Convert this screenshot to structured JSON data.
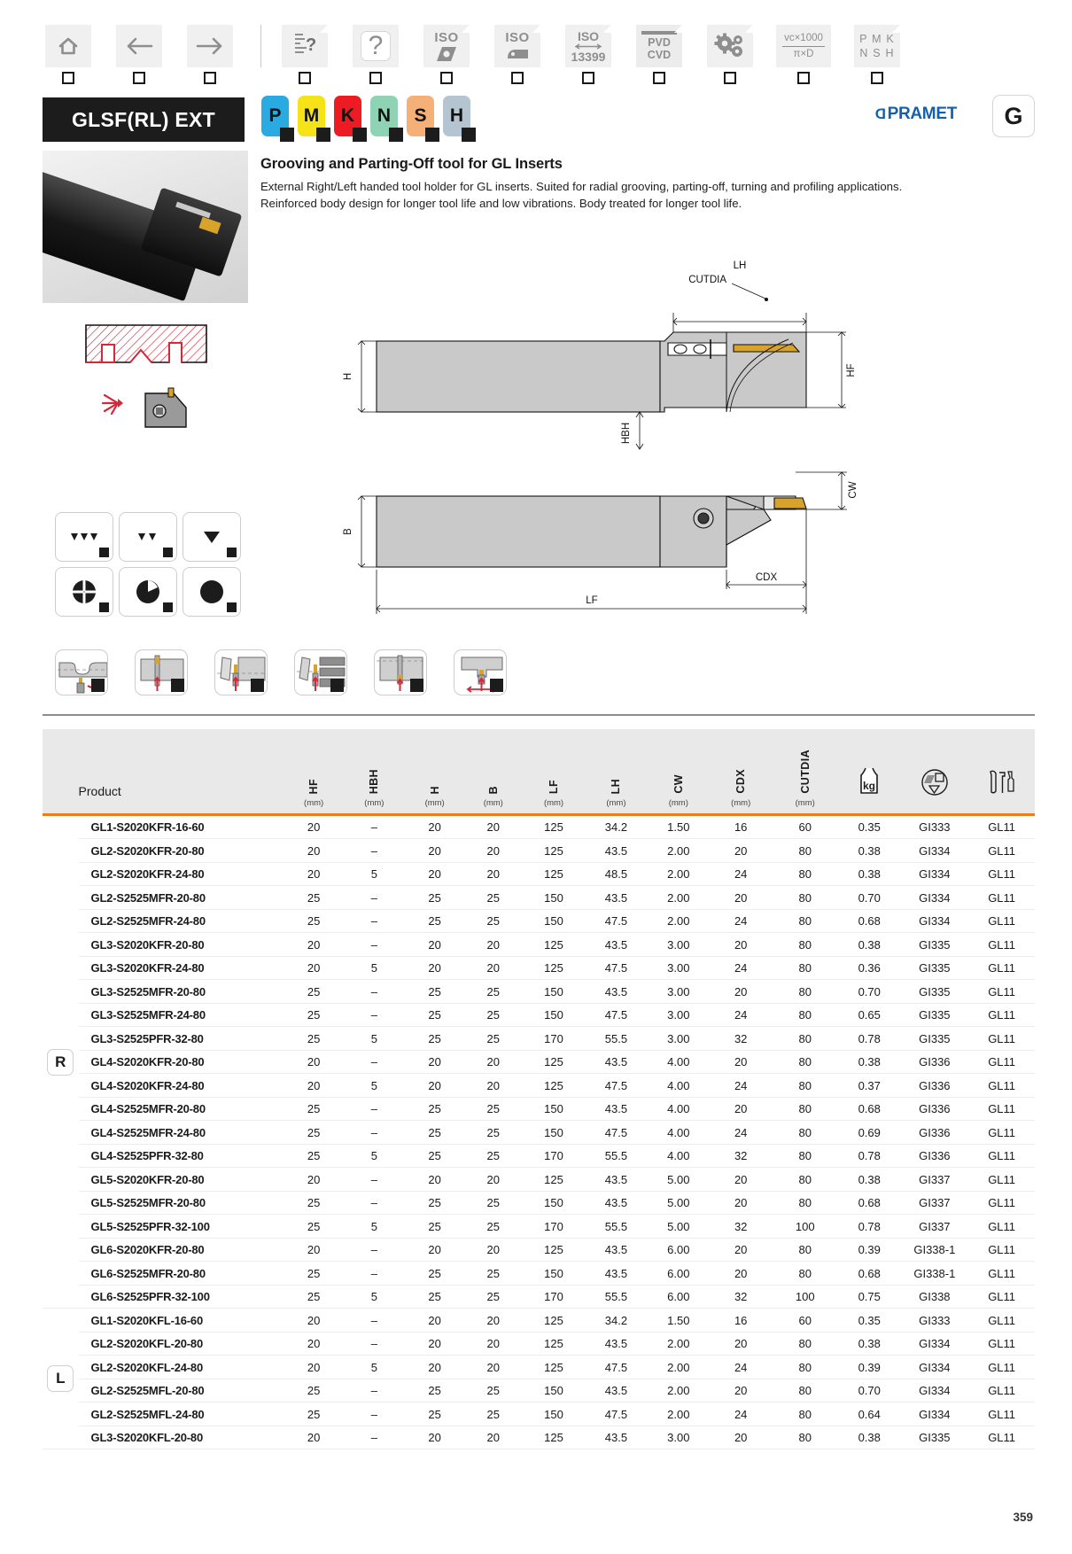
{
  "toolbar": {
    "items": [
      {
        "name": "home-icon",
        "label": "",
        "kind": "home"
      },
      {
        "name": "back-arrow-icon",
        "label": "",
        "kind": "arrow-left"
      },
      {
        "name": "forward-arrow-icon",
        "label": "",
        "kind": "arrow-right"
      },
      {
        "name": "separator",
        "label": "",
        "kind": "sep"
      },
      {
        "name": "document-help-icon",
        "label": "?",
        "kind": "doc-question"
      },
      {
        "name": "question-mark-icon",
        "label": "?",
        "kind": "question"
      },
      {
        "name": "iso-insert-icon",
        "label": "ISO",
        "kind": "iso-insert"
      },
      {
        "name": "iso-holder-icon",
        "label": "ISO",
        "kind": "iso-holder"
      },
      {
        "name": "iso-13399-icon",
        "label": "ISO",
        "sub": "13399",
        "kind": "iso-13399"
      },
      {
        "name": "pvd-cvd-coating-icon",
        "label": "PVD",
        "sub": "CVD",
        "kind": "pvdcvd"
      },
      {
        "name": "gears-settings-icon",
        "label": "",
        "kind": "gears"
      },
      {
        "name": "cutting-speed-formula-icon",
        "num": "vc×1000",
        "den": "π×D",
        "kind": "formula"
      },
      {
        "name": "pmk-nsh-material-icon",
        "label": "P M K",
        "sub": "N S H",
        "kind": "pmk"
      }
    ]
  },
  "header": {
    "title_badge": "GLSF(RL) EXT",
    "brand": "PRAMET",
    "group_badge": "G",
    "material_chips": [
      {
        "letter": "P",
        "color": "#29abe2"
      },
      {
        "letter": "M",
        "color": "#f5e318"
      },
      {
        "letter": "K",
        "color": "#ed1c24"
      },
      {
        "letter": "N",
        "color": "#8fd3b5"
      },
      {
        "letter": "S",
        "color": "#f4b077"
      },
      {
        "letter": "H",
        "color": "#b4c4d0"
      }
    ]
  },
  "description": {
    "heading": "Grooving and Parting-Off tool for GL Inserts",
    "body": "External Right/Left handed tool holder for GL inserts. Suited for radial grooving, parting-off, turning and profiling applications. Reinforced body design for longer tool life and low vibrations. Body treated for longer tool life."
  },
  "drawing": {
    "labels": [
      "LH",
      "CUTDIA",
      "H",
      "HF",
      "HBH",
      "CW",
      "B",
      "CDX",
      "LF"
    ]
  },
  "feature_icons": [
    {
      "name": "finishing-icon",
      "glyph": "▼▼▼"
    },
    {
      "name": "medium-machining-icon",
      "glyph": "▼▼"
    },
    {
      "name": "roughing-icon",
      "glyph": "▼"
    },
    {
      "name": "interrupted-cut-icon",
      "glyph": "circle-segments"
    },
    {
      "name": "light-interrupted-cut-icon",
      "glyph": "circle-half"
    },
    {
      "name": "continuous-cut-icon",
      "glyph": "circle-full"
    }
  ],
  "application_icons": [
    {
      "name": "profiling-application-icon"
    },
    {
      "name": "parting-off-application-icon"
    },
    {
      "name": "face-grooving-application-icon"
    },
    {
      "name": "radial-grooving-application-icon"
    },
    {
      "name": "external-grooving-application-icon"
    },
    {
      "name": "axial-turning-application-icon"
    }
  ],
  "table": {
    "product_header": "Product",
    "columns": [
      {
        "key": "product",
        "label": "Product",
        "unit": ""
      },
      {
        "key": "hf",
        "label": "HF",
        "unit": "(mm)"
      },
      {
        "key": "hbh",
        "label": "HBH",
        "unit": "(mm)"
      },
      {
        "key": "h",
        "label": "H",
        "unit": "(mm)"
      },
      {
        "key": "b",
        "label": "B",
        "unit": "(mm)"
      },
      {
        "key": "lf",
        "label": "LF",
        "unit": "(mm)"
      },
      {
        "key": "lh",
        "label": "LH",
        "unit": "(mm)"
      },
      {
        "key": "cw",
        "label": "CW",
        "unit": "(mm)"
      },
      {
        "key": "cdx",
        "label": "CDX",
        "unit": "(mm)"
      },
      {
        "key": "cutdia",
        "label": "CUTDIA",
        "unit": "(mm)"
      },
      {
        "key": "kg",
        "label": "kg",
        "unit": "",
        "icon": "weight-kg-icon"
      },
      {
        "key": "insert",
        "label": "",
        "unit": "",
        "icon": "insert-shape-icon"
      },
      {
        "key": "wrench",
        "label": "",
        "unit": "",
        "icon": "spare-parts-wrench-icon"
      }
    ],
    "groups": [
      {
        "hand": "R",
        "rows": [
          {
            "product": "GL1-S2020KFR-16-60",
            "hf": "20",
            "hbh": "–",
            "h": "20",
            "b": "20",
            "lf": "125",
            "lh": "34.2",
            "cw": "1.50",
            "cdx": "16",
            "cutdia": "60",
            "kg": "0.35",
            "insert": "GI333",
            "wrench": "GL11"
          },
          {
            "product": "GL2-S2020KFR-20-80",
            "hf": "20",
            "hbh": "–",
            "h": "20",
            "b": "20",
            "lf": "125",
            "lh": "43.5",
            "cw": "2.00",
            "cdx": "20",
            "cutdia": "80",
            "kg": "0.38",
            "insert": "GI334",
            "wrench": "GL11"
          },
          {
            "product": "GL2-S2020KFR-24-80",
            "hf": "20",
            "hbh": "5",
            "h": "20",
            "b": "20",
            "lf": "125",
            "lh": "48.5",
            "cw": "2.00",
            "cdx": "24",
            "cutdia": "80",
            "kg": "0.38",
            "insert": "GI334",
            "wrench": "GL11"
          },
          {
            "product": "GL2-S2525MFR-20-80",
            "hf": "25",
            "hbh": "–",
            "h": "25",
            "b": "25",
            "lf": "150",
            "lh": "43.5",
            "cw": "2.00",
            "cdx": "20",
            "cutdia": "80",
            "kg": "0.70",
            "insert": "GI334",
            "wrench": "GL11"
          },
          {
            "product": "GL2-S2525MFR-24-80",
            "hf": "25",
            "hbh": "–",
            "h": "25",
            "b": "25",
            "lf": "150",
            "lh": "47.5",
            "cw": "2.00",
            "cdx": "24",
            "cutdia": "80",
            "kg": "0.68",
            "insert": "GI334",
            "wrench": "GL11"
          },
          {
            "product": "GL3-S2020KFR-20-80",
            "hf": "20",
            "hbh": "–",
            "h": "20",
            "b": "20",
            "lf": "125",
            "lh": "43.5",
            "cw": "3.00",
            "cdx": "20",
            "cutdia": "80",
            "kg": "0.38",
            "insert": "GI335",
            "wrench": "GL11"
          },
          {
            "product": "GL3-S2020KFR-24-80",
            "hf": "20",
            "hbh": "5",
            "h": "20",
            "b": "20",
            "lf": "125",
            "lh": "47.5",
            "cw": "3.00",
            "cdx": "24",
            "cutdia": "80",
            "kg": "0.36",
            "insert": "GI335",
            "wrench": "GL11"
          },
          {
            "product": "GL3-S2525MFR-20-80",
            "hf": "25",
            "hbh": "–",
            "h": "25",
            "b": "25",
            "lf": "150",
            "lh": "43.5",
            "cw": "3.00",
            "cdx": "20",
            "cutdia": "80",
            "kg": "0.70",
            "insert": "GI335",
            "wrench": "GL11"
          },
          {
            "product": "GL3-S2525MFR-24-80",
            "hf": "25",
            "hbh": "–",
            "h": "25",
            "b": "25",
            "lf": "150",
            "lh": "47.5",
            "cw": "3.00",
            "cdx": "24",
            "cutdia": "80",
            "kg": "0.65",
            "insert": "GI335",
            "wrench": "GL11"
          },
          {
            "product": "GL3-S2525PFR-32-80",
            "hf": "25",
            "hbh": "5",
            "h": "25",
            "b": "25",
            "lf": "170",
            "lh": "55.5",
            "cw": "3.00",
            "cdx": "32",
            "cutdia": "80",
            "kg": "0.78",
            "insert": "GI335",
            "wrench": "GL11"
          },
          {
            "product": "GL4-S2020KFR-20-80",
            "hf": "20",
            "hbh": "–",
            "h": "20",
            "b": "20",
            "lf": "125",
            "lh": "43.5",
            "cw": "4.00",
            "cdx": "20",
            "cutdia": "80",
            "kg": "0.38",
            "insert": "GI336",
            "wrench": "GL11"
          },
          {
            "product": "GL4-S2020KFR-24-80",
            "hf": "20",
            "hbh": "5",
            "h": "20",
            "b": "20",
            "lf": "125",
            "lh": "47.5",
            "cw": "4.00",
            "cdx": "24",
            "cutdia": "80",
            "kg": "0.37",
            "insert": "GI336",
            "wrench": "GL11"
          },
          {
            "product": "GL4-S2525MFR-20-80",
            "hf": "25",
            "hbh": "–",
            "h": "25",
            "b": "25",
            "lf": "150",
            "lh": "43.5",
            "cw": "4.00",
            "cdx": "20",
            "cutdia": "80",
            "kg": "0.68",
            "insert": "GI336",
            "wrench": "GL11"
          },
          {
            "product": "GL4-S2525MFR-24-80",
            "hf": "25",
            "hbh": "–",
            "h": "25",
            "b": "25",
            "lf": "150",
            "lh": "47.5",
            "cw": "4.00",
            "cdx": "24",
            "cutdia": "80",
            "kg": "0.69",
            "insert": "GI336",
            "wrench": "GL11"
          },
          {
            "product": "GL4-S2525PFR-32-80",
            "hf": "25",
            "hbh": "5",
            "h": "25",
            "b": "25",
            "lf": "170",
            "lh": "55.5",
            "cw": "4.00",
            "cdx": "32",
            "cutdia": "80",
            "kg": "0.78",
            "insert": "GI336",
            "wrench": "GL11"
          },
          {
            "product": "GL5-S2020KFR-20-80",
            "hf": "20",
            "hbh": "–",
            "h": "20",
            "b": "20",
            "lf": "125",
            "lh": "43.5",
            "cw": "5.00",
            "cdx": "20",
            "cutdia": "80",
            "kg": "0.38",
            "insert": "GI337",
            "wrench": "GL11"
          },
          {
            "product": "GL5-S2525MFR-20-80",
            "hf": "25",
            "hbh": "–",
            "h": "25",
            "b": "25",
            "lf": "150",
            "lh": "43.5",
            "cw": "5.00",
            "cdx": "20",
            "cutdia": "80",
            "kg": "0.68",
            "insert": "GI337",
            "wrench": "GL11"
          },
          {
            "product": "GL5-S2525PFR-32-100",
            "hf": "25",
            "hbh": "5",
            "h": "25",
            "b": "25",
            "lf": "170",
            "lh": "55.5",
            "cw": "5.00",
            "cdx": "32",
            "cutdia": "100",
            "kg": "0.78",
            "insert": "GI337",
            "wrench": "GL11"
          },
          {
            "product": "GL6-S2020KFR-20-80",
            "hf": "20",
            "hbh": "–",
            "h": "20",
            "b": "20",
            "lf": "125",
            "lh": "43.5",
            "cw": "6.00",
            "cdx": "20",
            "cutdia": "80",
            "kg": "0.39",
            "insert": "GI338-1",
            "wrench": "GL11"
          },
          {
            "product": "GL6-S2525MFR-20-80",
            "hf": "25",
            "hbh": "–",
            "h": "25",
            "b": "25",
            "lf": "150",
            "lh": "43.5",
            "cw": "6.00",
            "cdx": "20",
            "cutdia": "80",
            "kg": "0.68",
            "insert": "GI338-1",
            "wrench": "GL11"
          },
          {
            "product": "GL6-S2525PFR-32-100",
            "hf": "25",
            "hbh": "5",
            "h": "25",
            "b": "25",
            "lf": "170",
            "lh": "55.5",
            "cw": "6.00",
            "cdx": "32",
            "cutdia": "100",
            "kg": "0.75",
            "insert": "GI338",
            "wrench": "GL11"
          }
        ]
      },
      {
        "hand": "L",
        "rows": [
          {
            "product": "GL1-S2020KFL-16-60",
            "hf": "20",
            "hbh": "–",
            "h": "20",
            "b": "20",
            "lf": "125",
            "lh": "34.2",
            "cw": "1.50",
            "cdx": "16",
            "cutdia": "60",
            "kg": "0.35",
            "insert": "GI333",
            "wrench": "GL11"
          },
          {
            "product": "GL2-S2020KFL-20-80",
            "hf": "20",
            "hbh": "–",
            "h": "20",
            "b": "20",
            "lf": "125",
            "lh": "43.5",
            "cw": "2.00",
            "cdx": "20",
            "cutdia": "80",
            "kg": "0.38",
            "insert": "GI334",
            "wrench": "GL11"
          },
          {
            "product": "GL2-S2020KFL-24-80",
            "hf": "20",
            "hbh": "5",
            "h": "20",
            "b": "20",
            "lf": "125",
            "lh": "47.5",
            "cw": "2.00",
            "cdx": "24",
            "cutdia": "80",
            "kg": "0.39",
            "insert": "GI334",
            "wrench": "GL11"
          },
          {
            "product": "GL2-S2525MFL-20-80",
            "hf": "25",
            "hbh": "–",
            "h": "25",
            "b": "25",
            "lf": "150",
            "lh": "43.5",
            "cw": "2.00",
            "cdx": "20",
            "cutdia": "80",
            "kg": "0.70",
            "insert": "GI334",
            "wrench": "GL11"
          },
          {
            "product": "GL2-S2525MFL-24-80",
            "hf": "25",
            "hbh": "–",
            "h": "25",
            "b": "25",
            "lf": "150",
            "lh": "47.5",
            "cw": "2.00",
            "cdx": "24",
            "cutdia": "80",
            "kg": "0.64",
            "insert": "GI334",
            "wrench": "GL11"
          },
          {
            "product": "GL3-S2020KFL-20-80",
            "hf": "20",
            "hbh": "–",
            "h": "20",
            "b": "20",
            "lf": "125",
            "lh": "43.5",
            "cw": "3.00",
            "cdx": "20",
            "cutdia": "80",
            "kg": "0.38",
            "insert": "GI335",
            "wrench": "GL11"
          }
        ]
      }
    ]
  },
  "footer": {
    "page_number": "359"
  },
  "colors": {
    "accent": "#ef7d17",
    "brand": "#1560ae",
    "header_bg": "#e9e9e9",
    "dark": "#1c1c1c"
  }
}
